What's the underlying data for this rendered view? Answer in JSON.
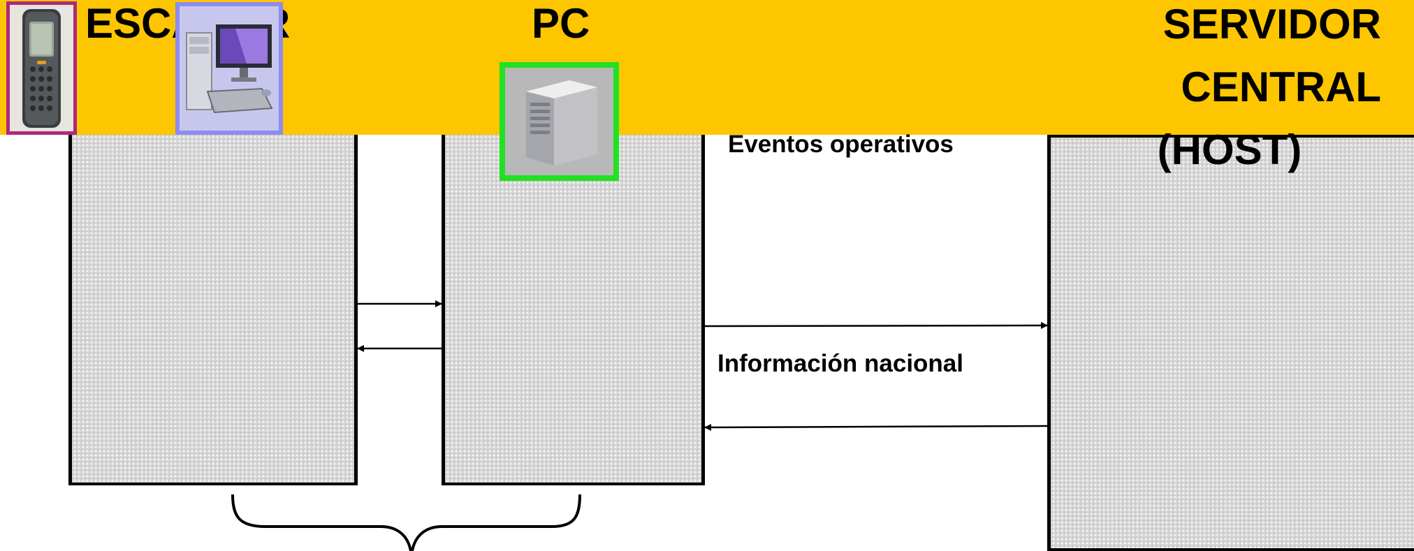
{
  "headings": {
    "scanner": "ESCANER",
    "pc": "PC",
    "host_lines": [
      "SERVIDOR",
      "CENTRAL",
      "(HOST)"
    ]
  },
  "labels": {
    "events": "Eventos operativos",
    "national_info": "Información nacional"
  },
  "colors": {
    "band": "#fdc600",
    "scanner_frame": "#b0287a",
    "pc_frame": "#8c8cf0",
    "server_frame": "#22e022",
    "line": "#000000"
  },
  "icons": {
    "scanner": "handheld-scanner-icon",
    "pc": "desktop-pc-icon",
    "server": "server-tower-icon"
  }
}
